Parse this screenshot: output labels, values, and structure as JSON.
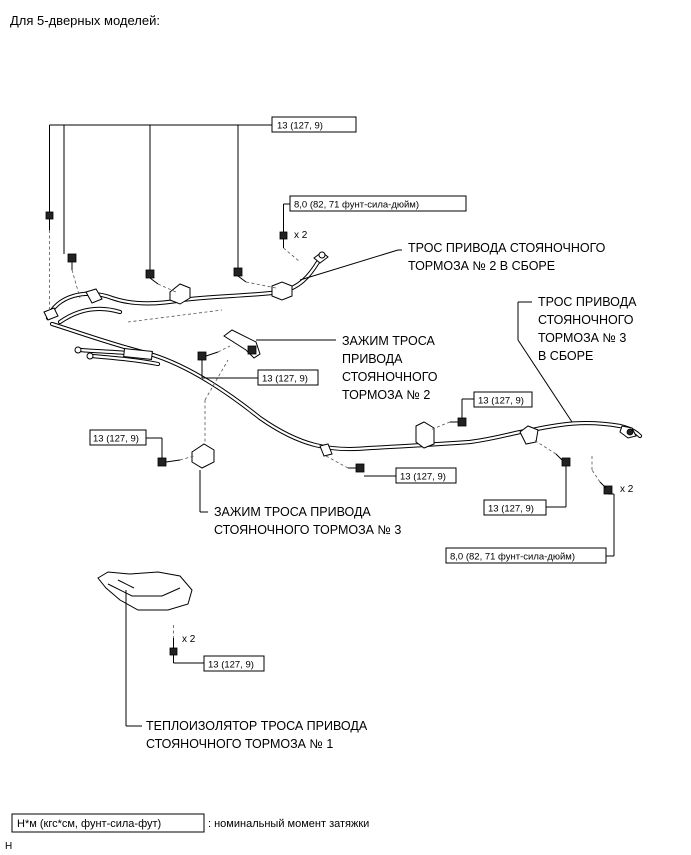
{
  "heading": "Для 5-дверных моделей:",
  "torque_std": "13 (127, 9)",
  "torque_small": "8,0 (82, 71 фунт-сила-дюйм)",
  "qty_x2": "x 2",
  "labels": {
    "cable2_l1": "ТРОС ПРИВОДА СТОЯНОЧНОГО",
    "cable2_l2": "ТОРМОЗА № 2 В СБОРЕ",
    "cable3_l1": "ТРОС ПРИВОДА",
    "cable3_l2": "СТОЯНОЧНОГО",
    "cable3_l3": "ТОРМОЗА № 3",
    "cable3_l4": "В СБОРЕ",
    "clamp2_l1": "ЗАЖИМ ТРОСА",
    "clamp2_l2": "ПРИВОДА",
    "clamp2_l3": "СТОЯНОЧНОГО",
    "clamp2_l4": "ТОРМОЗА № 2",
    "clamp3_l1": "ЗАЖИМ ТРОСА ПРИВОДА",
    "clamp3_l2": "СТОЯНОЧНОГО ТОРМОЗА № 3",
    "insul_l1": "ТЕПЛОИЗОЛЯТОР ТРОСА ПРИВОДА",
    "insul_l2": "СТОЯНОЧНОГО ТОРМОЗА № 1"
  },
  "legend": {
    "unit_box": "Н*м (кгс*см, фунт-сила-фут)",
    "description": ": номинальный момент затяжки"
  },
  "corner_code": "H"
}
